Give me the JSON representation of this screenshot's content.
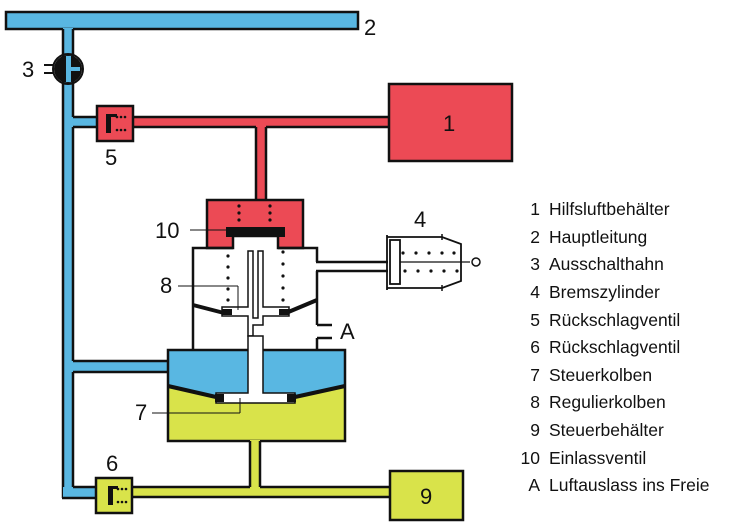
{
  "colors": {
    "main_line": "#59b7e2",
    "aux_reservoir": "#ec4a55",
    "control_reservoir": "#d9e34a",
    "outline": "#111111"
  },
  "labels": {
    "c1": "1",
    "c2": "2",
    "c3": "3",
    "c4": "4",
    "c5": "5",
    "c6": "6",
    "c7": "7",
    "c8": "8",
    "c9": "9",
    "c10": "10",
    "cA": "A"
  },
  "legend": [
    {
      "key": "1",
      "text": "Hilfsluftbehälter"
    },
    {
      "key": "2",
      "text": "Hauptleitung"
    },
    {
      "key": "3",
      "text": "Ausschalthahn"
    },
    {
      "key": "4",
      "text": "Bremszylinder"
    },
    {
      "key": "5",
      "text": "Rückschlagventil"
    },
    {
      "key": "6",
      "text": "Rückschlagventil"
    },
    {
      "key": "7",
      "text": "Steuerkolben"
    },
    {
      "key": "8",
      "text": "Regulierkolben"
    },
    {
      "key": "9",
      "text": "Steuerbehälter"
    },
    {
      "key": "10",
      "text": "Einlassventil"
    },
    {
      "key": "A",
      "text": "Luftauslass ins Freie"
    }
  ]
}
